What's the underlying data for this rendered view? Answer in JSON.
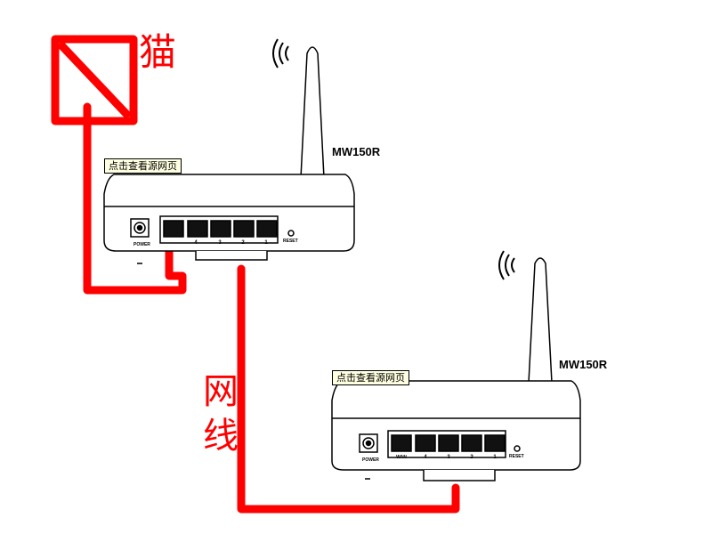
{
  "labels": {
    "modem": "猫",
    "cable_1": "网",
    "cable_2": "线"
  },
  "routers": [
    {
      "model": "MW150R",
      "tooltip": "点击查看源网页",
      "power_label": "POWER",
      "reset_label": "RESET",
      "wan_label": "",
      "port_labels": [
        "4",
        "3",
        "2",
        "1"
      ]
    },
    {
      "model": "MW150R",
      "tooltip": "点击查看源网页",
      "power_label": "POWER",
      "reset_label": "RESET",
      "wan_label": "WAN",
      "port_labels": [
        "4",
        "3",
        "2",
        "1"
      ]
    }
  ],
  "colors": {
    "annotation": "#ff0000",
    "device_outline": "#000000",
    "tooltip_bg": "#ffffe1"
  }
}
